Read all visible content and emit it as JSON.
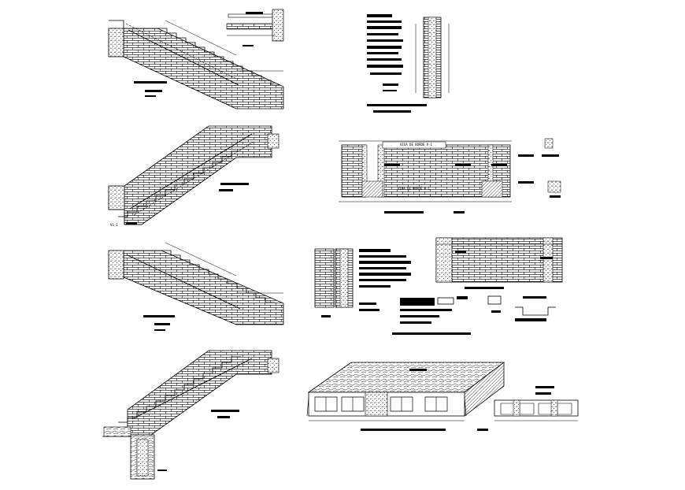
{
  "drawing": {
    "background": "#ffffff",
    "ink": "#000000",
    "labels": {
      "viga_mayor": "VIGA DE BORDE  V-1",
      "viga_menor": "VIGA DE BORDE  V-1",
      "vs_label": "VS-1"
    }
  }
}
